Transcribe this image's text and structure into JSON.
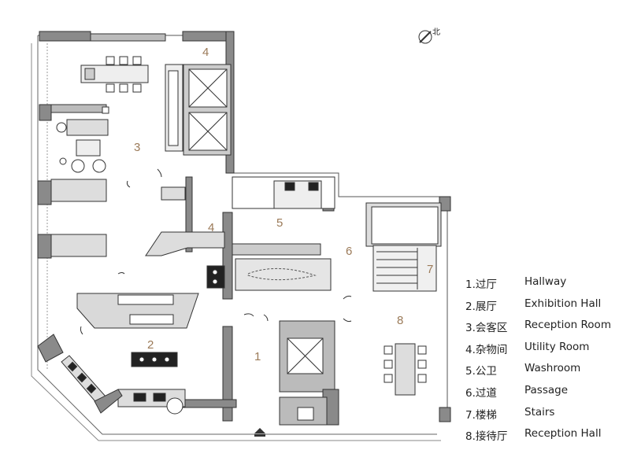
{
  "compass": {
    "label": "北"
  },
  "room_numbers": [
    "1",
    "2",
    "3",
    "4",
    "4",
    "5",
    "6",
    "7",
    "8"
  ],
  "legend": [
    {
      "zh": "1.过厅",
      "en": "Hallway"
    },
    {
      "zh": "2.展厅",
      "en": "Exhibition Hall"
    },
    {
      "zh": "3.会客区",
      "en": "Reception Room"
    },
    {
      "zh": "4.杂物间",
      "en": "Utility Room"
    },
    {
      "zh": "5.公卫",
      "en": "Washroom"
    },
    {
      "zh": "6.过道",
      "en": "Passage"
    },
    {
      "zh": "7.楼梯",
      "en": "Stairs"
    },
    {
      "zh": "8.接待厅",
      "en": "Reception Hall"
    }
  ],
  "colors": {
    "wall": "#8a8a8a",
    "wall_dark": "#555555",
    "furniture_fill": "#d9d9d9",
    "line": "#333333",
    "room_number": "#9b7a58",
    "aquarium": "#e5e5e5"
  }
}
